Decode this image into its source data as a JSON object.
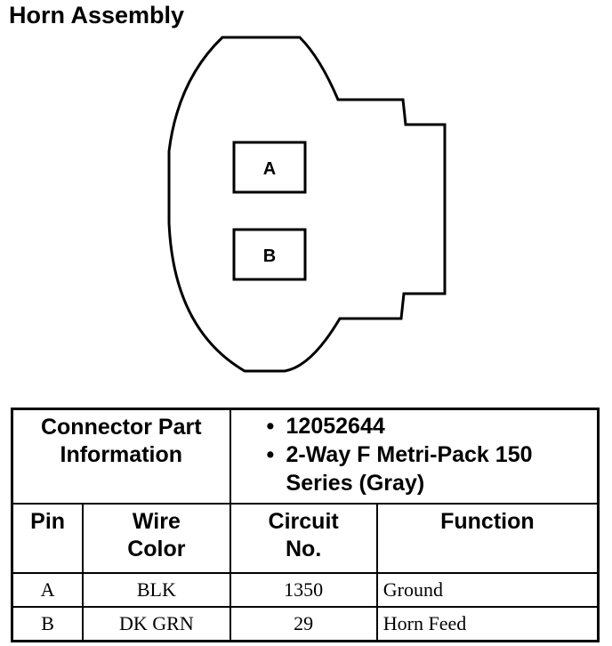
{
  "title": "Horn Assembly",
  "connector": {
    "cavities": [
      "A",
      "B"
    ]
  },
  "part_info": {
    "label": [
      "Connector Part",
      "Information"
    ],
    "part_number": "12052644",
    "description": [
      "2-Way F Metri-Pack 150",
      "Series (Gray)"
    ]
  },
  "columns": {
    "pin": "Pin",
    "wire_color": [
      "Wire",
      "Color"
    ],
    "circuit": [
      "Circuit",
      "No."
    ],
    "function": "Function"
  },
  "rows": [
    {
      "pin": "A",
      "wire_color": "BLK",
      "circuit": "1350",
      "function": "Ground"
    },
    {
      "pin": "B",
      "wire_color": "DK GRN",
      "circuit": "29",
      "function": "Horn Feed"
    }
  ]
}
